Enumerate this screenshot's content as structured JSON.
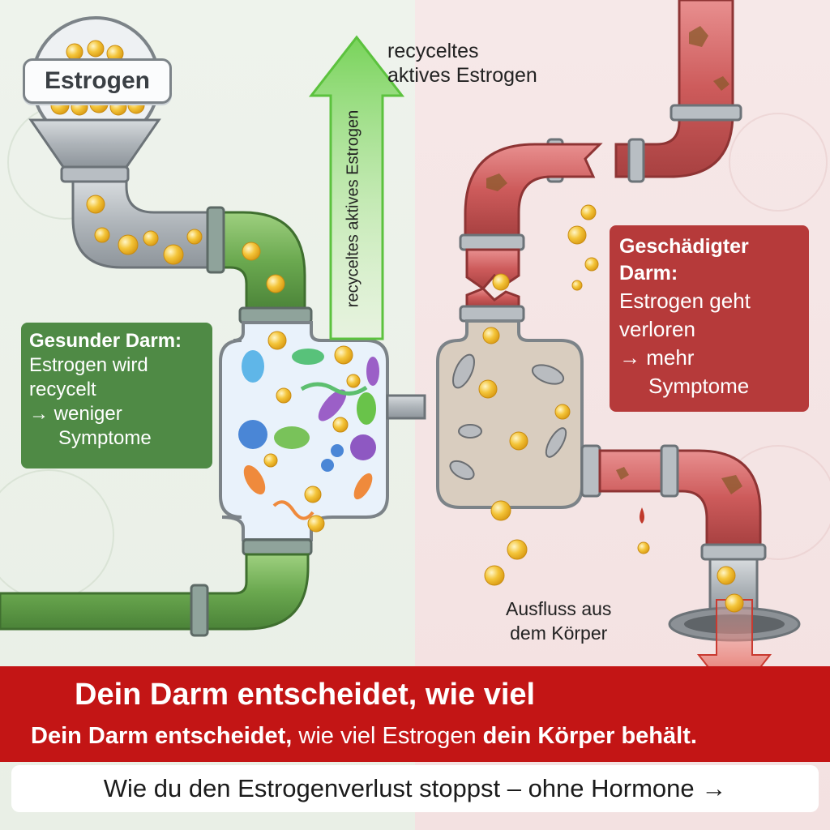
{
  "labels": {
    "estrogen_tag": "Estrogen",
    "arrow_text": "recyceltes aktives Estrogen",
    "recycled_top_1": "recyceltes",
    "recycled_top_2": "aktives Estrogen",
    "outflow_1": "Ausfluss aus",
    "outflow_2": "dem Körper"
  },
  "healthy": {
    "title": "Gesunder Darm:",
    "line1": "Estrogen wird",
    "line2": "recycelt",
    "line3": "→ weniger",
    "line4": "Symptome"
  },
  "damaged": {
    "title1": "Geschädigter",
    "title2": "Darm:",
    "line1": "Estrogen geht",
    "line2": "verloren",
    "line3": "→ mehr",
    "line4": "Symptome"
  },
  "banner": {
    "headline": "Dein Darm entscheidet, wie viel",
    "sub_part1": "Dein Darm entscheidet,",
    "sub_part2": " wie viel Estrogen",
    "sub_part3": " dein Körper behält."
  },
  "cta": {
    "text": "Wie du den Estrogenverlust stoppst – ohne Hormone →"
  },
  "colors": {
    "healthy_green": "#4f8a45",
    "damaged_red": "#b63a3a",
    "banner_red": "#c31515",
    "estrogen_gold": "#f4c53a"
  }
}
